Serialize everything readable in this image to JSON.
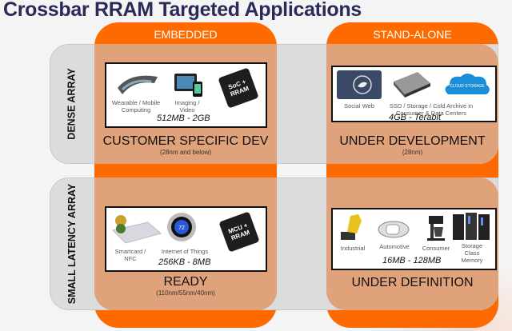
{
  "title": "Crossbar RRAM Targeted Applications",
  "columns": {
    "embedded": "EMBEDDED",
    "standalone": "STAND-ALONE"
  },
  "rows": {
    "dense": "DENSE ARRAY",
    "small": "SMALL LATENCY ARRAY"
  },
  "cells": {
    "embedded_dense": {
      "items": [
        "Wearable / Mobile Computing",
        "Imaging / Video"
      ],
      "chip": "SoC + RRAM",
      "range": "512MB - 2GB",
      "status": "CUSTOMER SPECIFIC DEV",
      "note": "(28nm and below)"
    },
    "standalone_dense": {
      "items": [
        "Social Web",
        "SSD / Storage / Cold Archive in Consumer & Data Centers"
      ],
      "cloud_label": "CLOUD STORAGE",
      "range": "4GB - Terabit",
      "status": "UNDER DEVELOPMENT",
      "note": "(28nm)"
    },
    "embedded_small": {
      "items": [
        "Smartcard / NFC",
        "Internet of Things"
      ],
      "thermostat_value": "72",
      "chip": "MCU + RRAM",
      "range": "256KB - 8MB",
      "status": "READY",
      "note": "(110nm/55nm/40nm)"
    },
    "standalone_small": {
      "items": [
        "Industrial",
        "Automotive",
        "Consumer",
        "Storage Class Memory"
      ],
      "range": "16MB -  128MB",
      "status": "UNDER DEFINITION"
    }
  },
  "colors": {
    "orange": "#ff6a00",
    "cell": "#e0a27a",
    "band": "#dcdcdc",
    "title": "#2a2a58"
  }
}
